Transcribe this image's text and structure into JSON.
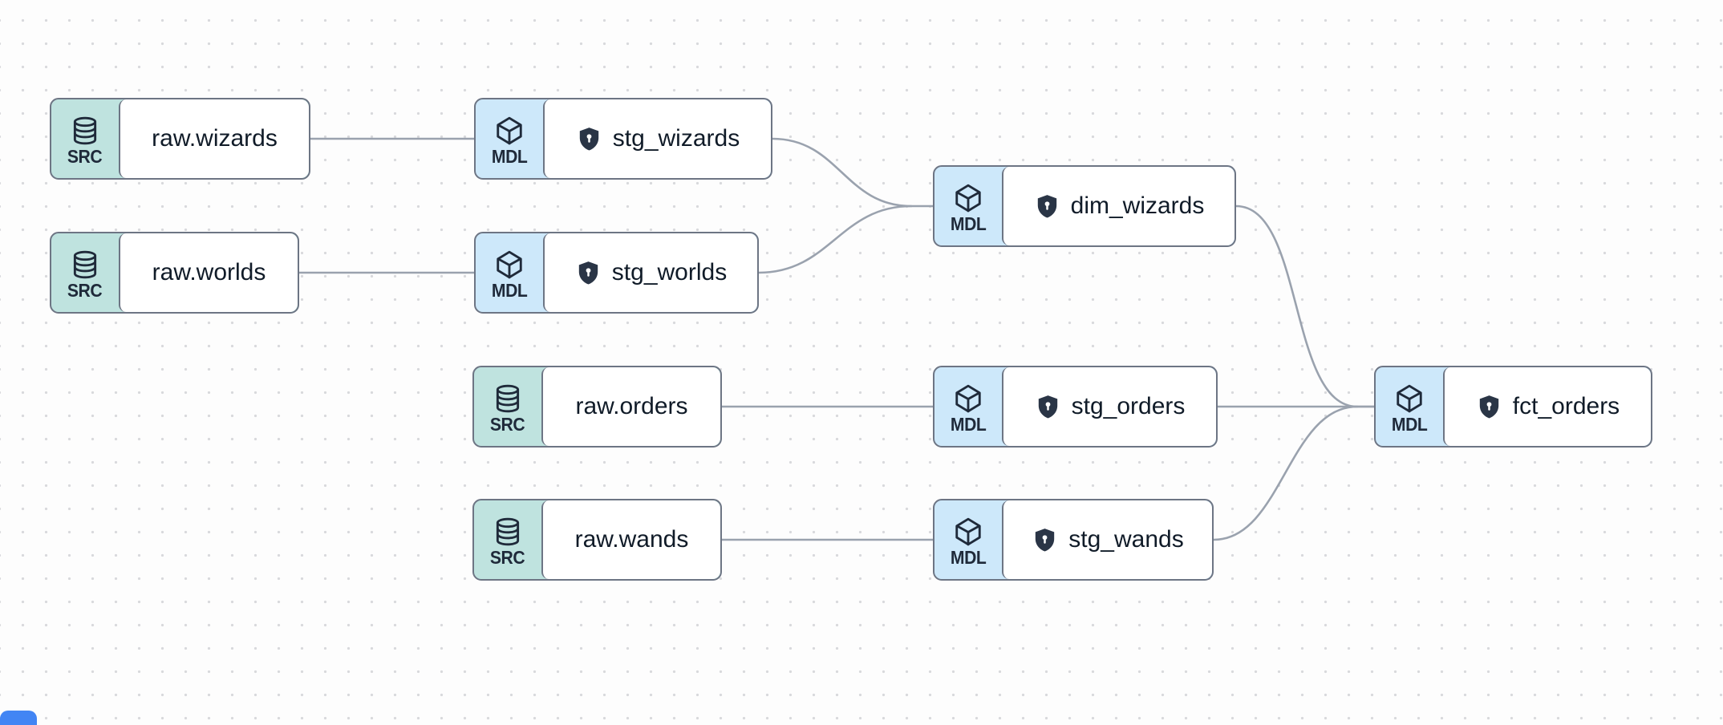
{
  "canvas_name": "data-lineage-graph",
  "colors": {
    "src_badge_bg": "#bfe3df",
    "mdl_badge_bg": "#cde8fa",
    "node_border": "#6d7584",
    "node_bg": "#ffffff",
    "text": "#101b28",
    "icon": "#1f2a3a",
    "edge": "#9aa2ae",
    "dot": "#d8d9dc",
    "accent_button": "#4285f4"
  },
  "nodes": [
    {
      "id": "raw_wizards",
      "label": "raw.wizards",
      "type": "SRC",
      "icon": "database-icon",
      "has_shield": false
    },
    {
      "id": "raw_worlds",
      "label": "raw.worlds",
      "type": "SRC",
      "icon": "database-icon",
      "has_shield": false
    },
    {
      "id": "raw_orders",
      "label": "raw.orders",
      "type": "SRC",
      "icon": "database-icon",
      "has_shield": false
    },
    {
      "id": "raw_wands",
      "label": "raw.wands",
      "type": "SRC",
      "icon": "database-icon",
      "has_shield": false
    },
    {
      "id": "stg_wizards",
      "label": "stg_wizards",
      "type": "MDL",
      "icon": "cube-icon",
      "has_shield": true
    },
    {
      "id": "stg_worlds",
      "label": "stg_worlds",
      "type": "MDL",
      "icon": "cube-icon",
      "has_shield": true
    },
    {
      "id": "stg_orders",
      "label": "stg_orders",
      "type": "MDL",
      "icon": "cube-icon",
      "has_shield": true
    },
    {
      "id": "stg_wands",
      "label": "stg_wands",
      "type": "MDL",
      "icon": "cube-icon",
      "has_shield": true
    },
    {
      "id": "dim_wizards",
      "label": "dim_wizards",
      "type": "MDL",
      "icon": "cube-icon",
      "has_shield": true
    },
    {
      "id": "fct_orders",
      "label": "fct_orders",
      "type": "MDL",
      "icon": "cube-icon",
      "has_shield": true
    }
  ],
  "edges": [
    {
      "from": "raw.wizards",
      "to": "stg_wizards"
    },
    {
      "from": "raw.worlds",
      "to": "stg_worlds"
    },
    {
      "from": "raw.orders",
      "to": "stg_orders"
    },
    {
      "from": "raw.wands",
      "to": "stg_wands"
    },
    {
      "from": "stg_wizards",
      "to": "dim_wizards"
    },
    {
      "from": "stg_worlds",
      "to": "dim_wizards"
    },
    {
      "from": "dim_wizards",
      "to": "fct_orders"
    },
    {
      "from": "stg_orders",
      "to": "fct_orders"
    },
    {
      "from": "stg_wands",
      "to": "fct_orders"
    }
  ]
}
